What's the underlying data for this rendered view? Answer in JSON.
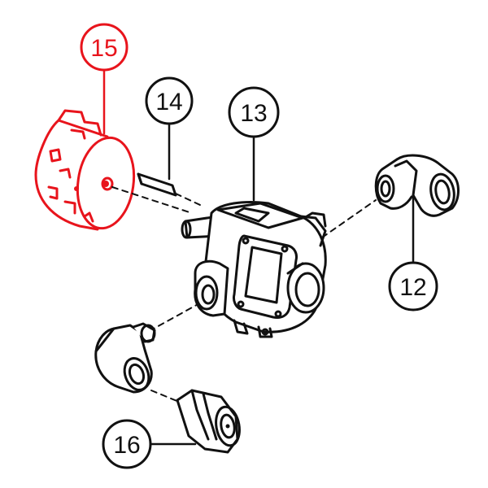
{
  "diagram": {
    "type": "exploded-parts-view",
    "highlight_color": "#e8141c",
    "line_color": "#111111",
    "callouts": [
      {
        "id": "15",
        "label": "15",
        "highlighted": true
      },
      {
        "id": "14",
        "label": "14",
        "highlighted": false
      },
      {
        "id": "13",
        "label": "13",
        "highlighted": false
      },
      {
        "id": "12",
        "label": "12",
        "highlighted": false
      },
      {
        "id": "16",
        "label": "16",
        "highlighted": false
      }
    ]
  }
}
